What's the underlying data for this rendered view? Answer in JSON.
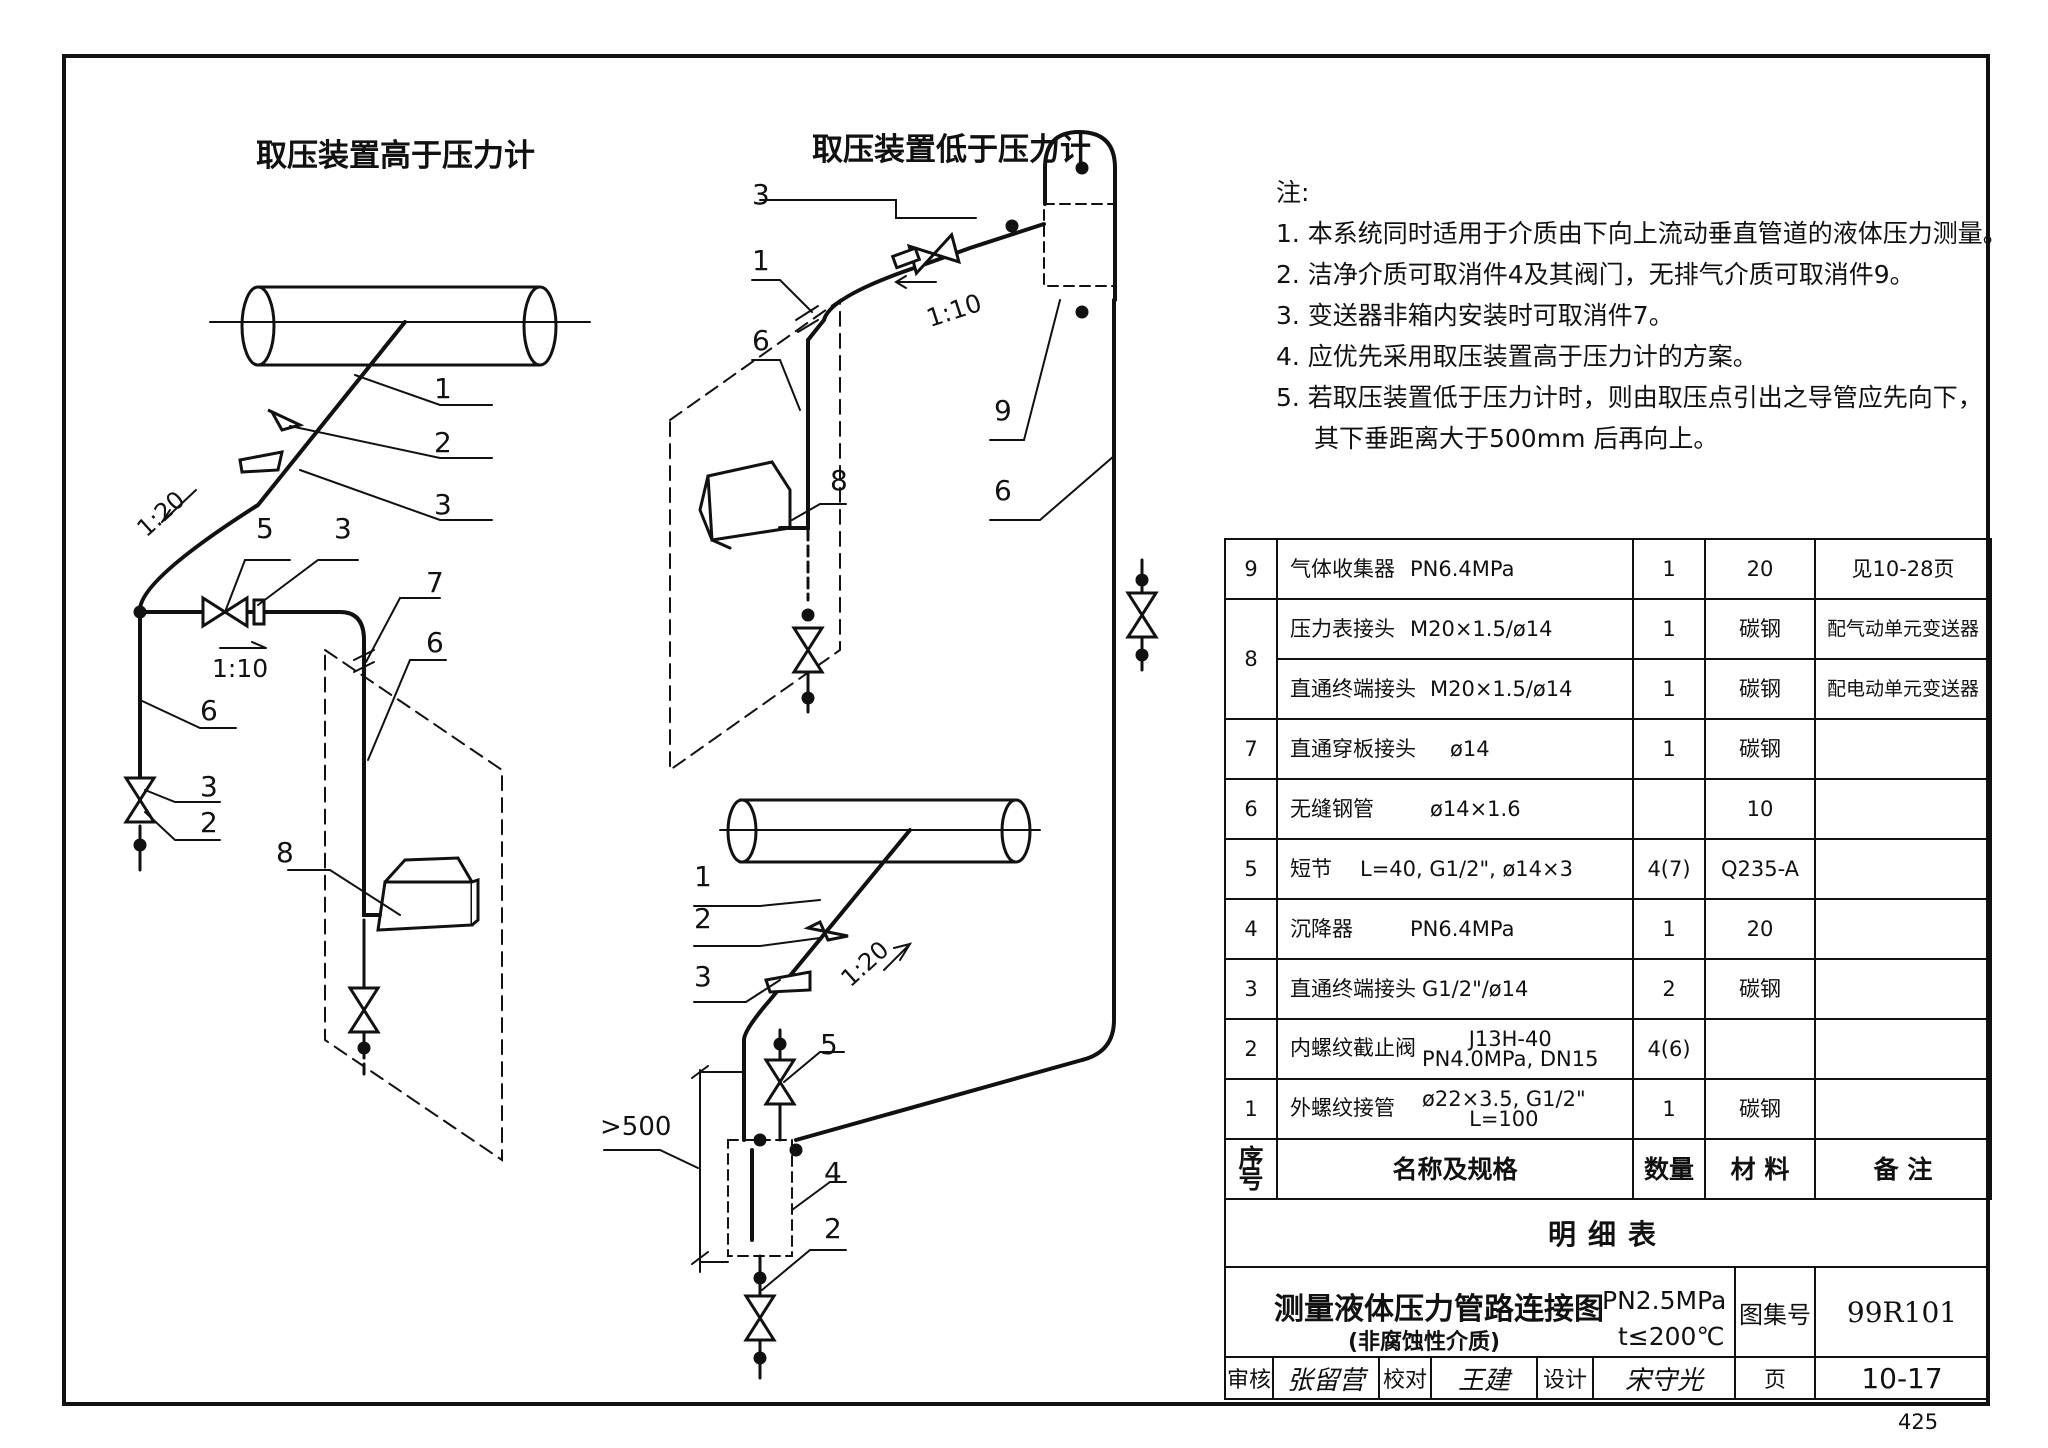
{
  "titles": {
    "left": "取压装置高于压力计",
    "right": "取压装置低于压力计"
  },
  "diagram_labels": {
    "left": {
      "n1": "1",
      "n2": "2",
      "n3": "3",
      "slope_120": "1:20",
      "n5": "5",
      "n3b": "3",
      "slope_110": "1:10",
      "n7": "7",
      "n6": "6",
      "n6b": "6",
      "n3c": "3",
      "n2c": "2",
      "n8": "8"
    },
    "right_top": {
      "n3": "3",
      "n1": "1",
      "slope_110": "1:10",
      "n6": "6",
      "n8": "8",
      "n9": "9",
      "n6b": "6"
    },
    "right_bottom": {
      "n1": "1",
      "n2": "2",
      "n3": "3",
      "slope_120": "1:20",
      "n5": "5",
      "dim_500": ">500",
      "n4": "4",
      "n2b": "2"
    }
  },
  "notes": {
    "heading": "注:",
    "items": [
      "1. 本系统同时适用于介质由下向上流动垂直管道的液体压力测量。",
      "2. 洁净介质可取消件4及其阀门，无排气介质可取消件9。",
      "3. 变送器非箱内安装时可取消件7。",
      "4. 应优先采用取压装置高于压力计的方案。",
      "5. 若取压装置低于压力计时，则由取压点引出之导管应先向下，"
    ],
    "item5_cont": "其下垂距离大于500mm 后再向上。"
  },
  "bom": {
    "rows": [
      {
        "no": "9",
        "name": "气体收集器",
        "spec": "PN6.4MPa",
        "qty": "1",
        "mat": "20",
        "note": "见10-28页"
      },
      {
        "no": "8",
        "name": "压力表接头",
        "spec": "M20×1.5/ø14",
        "qty": "1",
        "mat": "碳钢",
        "note": "配气动单元变送器"
      },
      {
        "no": "",
        "name": "直通终端接头",
        "spec": "M20×1.5/ø14",
        "qty": "1",
        "mat": "碳钢",
        "note": "配电动单元变送器"
      },
      {
        "no": "7",
        "name": "直通穿板接头",
        "spec": "ø14",
        "qty": "1",
        "mat": "碳钢",
        "note": ""
      },
      {
        "no": "6",
        "name": "无缝钢管",
        "spec": "ø14×1.6",
        "qty": "",
        "mat": "10",
        "note": ""
      },
      {
        "no": "5",
        "name": "短节",
        "spec": "L=40, G1/2\", ø14×3",
        "qty": "4(7)",
        "mat": "Q235-A",
        "note": ""
      },
      {
        "no": "4",
        "name": "沉降器",
        "spec": "PN6.4MPa",
        "qty": "1",
        "mat": "20",
        "note": ""
      },
      {
        "no": "3",
        "name": "直通终端接头",
        "spec": "G1/2\"/ø14",
        "qty": "2",
        "mat": "碳钢",
        "note": ""
      },
      {
        "no": "2",
        "name": "内螺纹截止阀",
        "spec": "J13H-40",
        "spec2": "PN4.0MPa, DN15",
        "qty": "4(6)",
        "mat": "",
        "note": ""
      },
      {
        "no": "1",
        "name": "外螺纹接管",
        "spec": "ø22×3.5, G1/2\"",
        "spec2": "L=100",
        "qty": "1",
        "mat": "碳钢",
        "note": ""
      }
    ],
    "header": {
      "no": "序号",
      "name": "名称及规格",
      "qty": "数量",
      "mat": "材 料",
      "note": "备 注"
    },
    "title": "明细表"
  },
  "title_block": {
    "main_title": "测量液体压力管路连接图",
    "sub_title": "(非腐蚀性介质)",
    "pressure": "PN2.5MPa",
    "temperature": "t≤200℃",
    "atlas_label": "图集号",
    "atlas_no": "99R101",
    "review_label": "审核",
    "review_sig": "张留营",
    "check_label": "校对",
    "check_sig": "王建",
    "design_label": "设计",
    "design_sig": "宋守光",
    "page_label": "页",
    "page_no": "10-17"
  },
  "sheet_page": "425"
}
